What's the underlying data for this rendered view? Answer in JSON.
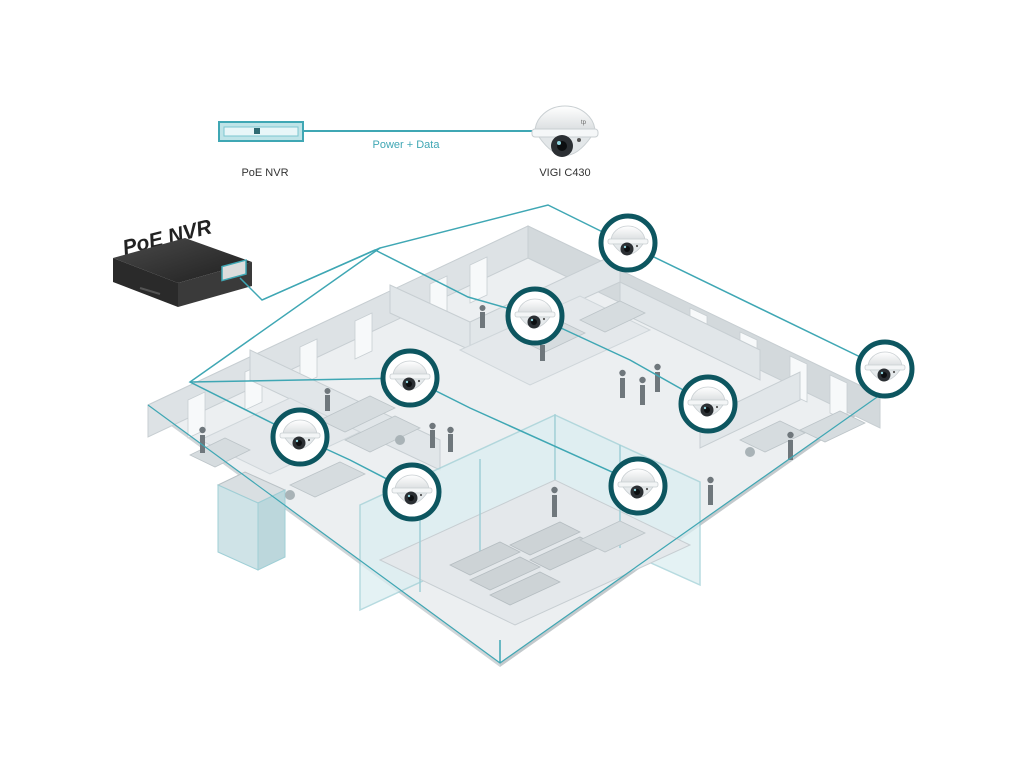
{
  "legend": {
    "nvr_label": "PoE NVR",
    "link_label": "Power + Data",
    "camera_label": "VIGI C430"
  },
  "device_label": "PoE NVR",
  "colors": {
    "accent": "#3fa7b4",
    "camera_ring": "#0d5660",
    "floor": "#e9ecee",
    "wall": "#cfd6da",
    "glass": "#b9dde2",
    "nvr_body": "#2b2b2b"
  },
  "cameras": [
    {
      "name": "camera-icon"
    },
    {
      "name": "camera-icon"
    },
    {
      "name": "camera-icon"
    },
    {
      "name": "camera-icon"
    },
    {
      "name": "camera-icon"
    },
    {
      "name": "camera-icon"
    },
    {
      "name": "camera-icon"
    },
    {
      "name": "camera-icon"
    }
  ]
}
